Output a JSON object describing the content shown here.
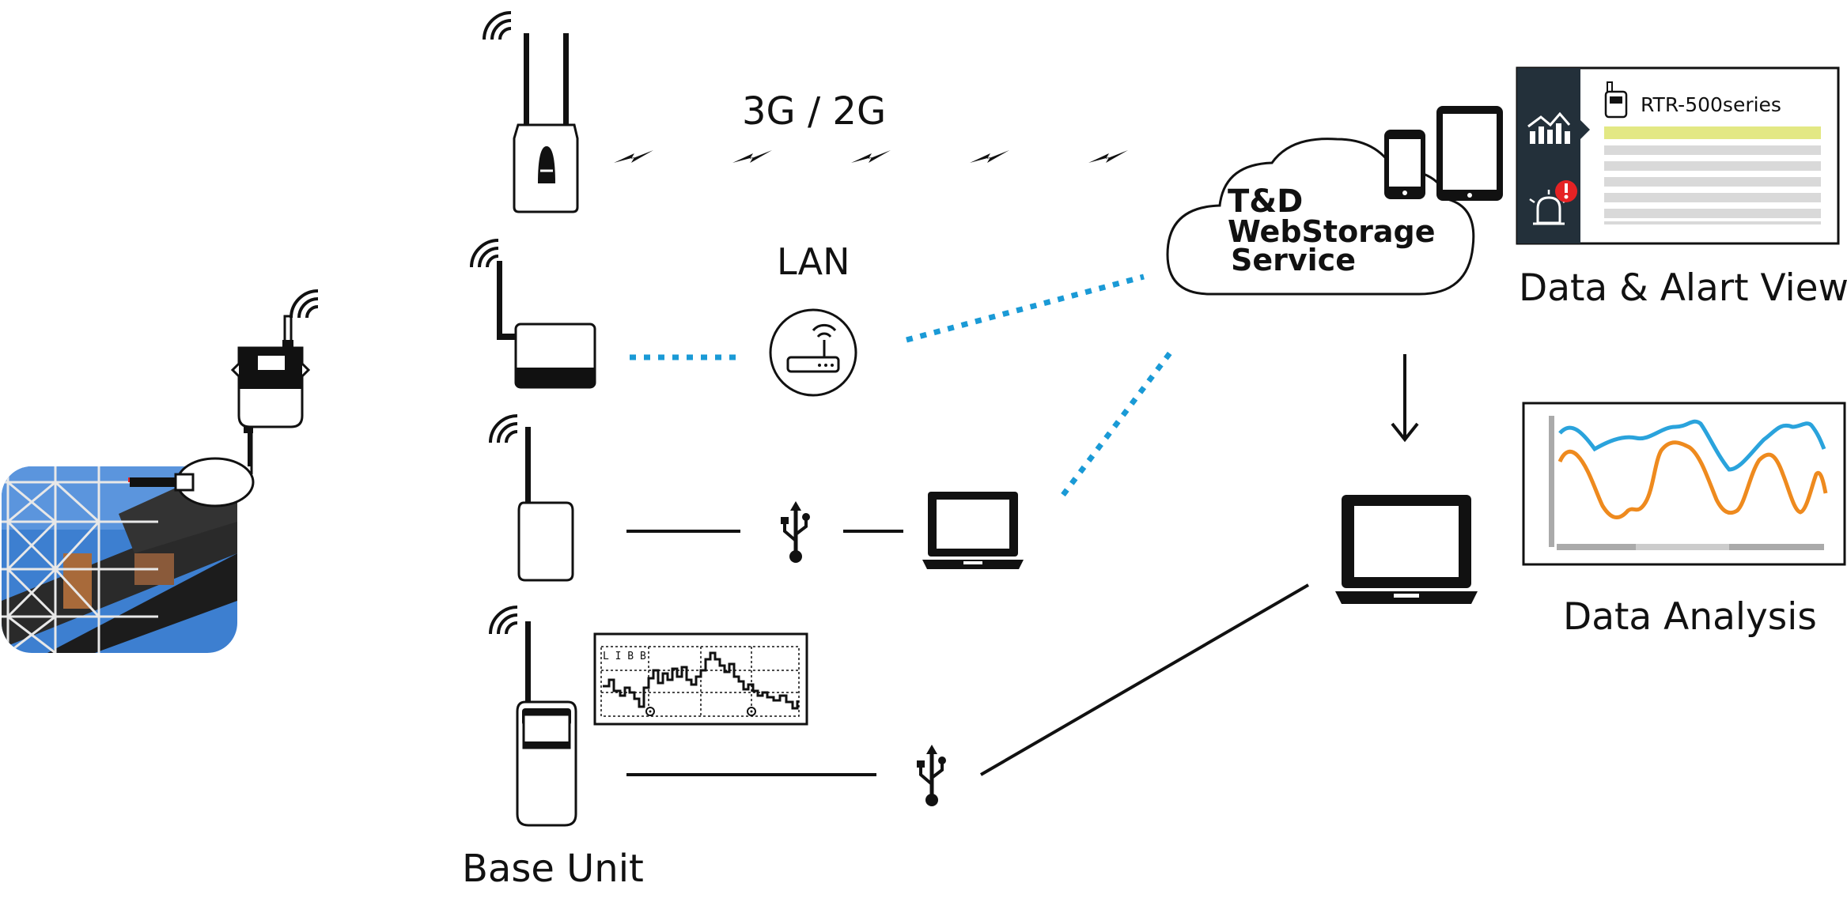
{
  "labels": {
    "cellular": "3G / 2G",
    "lan": "LAN",
    "base_unit": "Base Unit",
    "cloud_line1": "T&D",
    "cloud_line2": "WebStorage",
    "cloud_line3": "Service",
    "data_alert_view": "Data & Alart View",
    "data_analysis": "Data Analysis",
    "device_series": "RTR-500series",
    "lcd_text": "L I B B"
  },
  "colors": {
    "dotted_link": "#1a9ad6",
    "series_blue": "#2aa3dc",
    "series_orange": "#ee8a1e",
    "highlight_row": "#e3e884",
    "sidebar": "#23303a",
    "alert": "#e52224",
    "photo_sky": "#3d7fd0"
  },
  "icons": {
    "wifi": "wifi-icon",
    "usb": "usb-icon",
    "router": "router-icon",
    "laptop": "laptop-icon",
    "phone": "smartphone-icon",
    "tablet": "tablet-icon",
    "cloud": "cloud-icon",
    "alarm": "alarm-icon",
    "chart": "chart-icon",
    "arrow": "arrow-down-icon"
  }
}
